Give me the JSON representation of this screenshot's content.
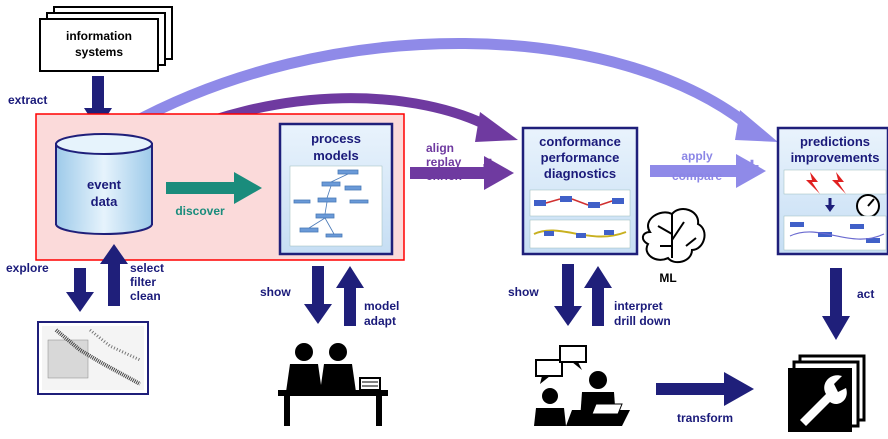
{
  "source": {
    "label_line1": "information",
    "label_line2": "systems"
  },
  "event_data": {
    "label_line1": "event",
    "label_line2": "data"
  },
  "process_models": {
    "title_line1": "process",
    "title_line2": "models"
  },
  "conformance": {
    "title_line1": "conformance",
    "title_line2": "performance",
    "title_line3": "diagnostics"
  },
  "predictions": {
    "title_line1": "predictions",
    "title_line2": "improvements"
  },
  "arrows": {
    "extract": "extract",
    "discover": "discover",
    "align_line1": "align",
    "align_line2": "replay",
    "align_line3": "enrich",
    "apply_line1": "apply",
    "apply_line2": "compare",
    "plus": "+",
    "explore": "explore",
    "select_line1": "select",
    "select_line2": "filter",
    "select_line3": "clean",
    "show_models": "show",
    "model_line1": "model",
    "model_line2": "adapt",
    "show_conf": "show",
    "interpret_line1": "interpret",
    "interpret_line2": "drill down",
    "act": "act",
    "transform": "transform",
    "ml": "ML"
  },
  "colors": {
    "navy": "#1f1f7a",
    "teal": "#1a8c7c",
    "purple": "#6f3aa0",
    "lavender": "#8f8ae8",
    "red_box": "#ff0000",
    "pink_fill": "#fbdada",
    "panel_fill": "#dcecfb",
    "cylinder_fill": "#cfe6f7"
  }
}
